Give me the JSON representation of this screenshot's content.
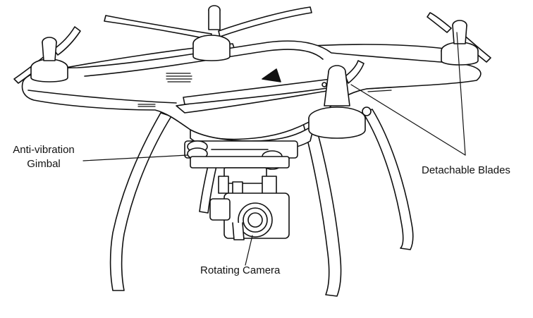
{
  "labels": {
    "gimbal_line1": "Anti-vibration",
    "gimbal_line2": "Gimbal",
    "blades": "Detachable Blades",
    "camera": "Rotating Camera"
  },
  "colors": {
    "stroke": "#111111",
    "fill": "#ffffff"
  }
}
